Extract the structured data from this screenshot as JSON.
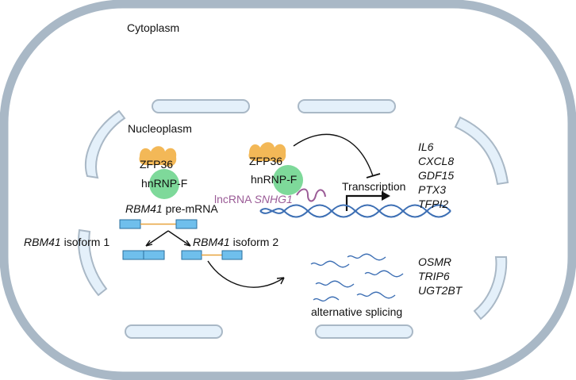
{
  "labels": {
    "cytoplasm": "Cytoplasm",
    "nucleoplasm": "Nucleoplasm",
    "zfp36": "ZFP36",
    "hnrnpf": "hnRNP-F",
    "premrna_gene": "RBM41",
    "premrna_suffix": " pre-mRNA",
    "iso1_gene": "RBM41",
    "iso1_suffix": " isoform 1",
    "iso2_gene": "RBM41",
    "iso2_suffix": " isoform 2",
    "lncrna_prefix": "lncRNA ",
    "lncrna_gene": "SNHG1",
    "transcription": "Transcription",
    "alt_splicing": "alternative splicing"
  },
  "transcription_targets": [
    "IL6",
    "CXCL8",
    "GDF15",
    "PTX3",
    "TFPI2"
  ],
  "splicing_targets": [
    "OSMR",
    "TRIP6",
    "UGT2BT"
  ],
  "colors": {
    "cell_border": "#a9b8c6",
    "nucleus_fill": "#e4f0fa",
    "exon": "#6fbfec",
    "intron": "#e8a33d",
    "zfp36": "#f3b857",
    "hnrnpf": "#7ed99a",
    "lncrna": "#9b5c97",
    "dna": "#3d6fb4"
  }
}
